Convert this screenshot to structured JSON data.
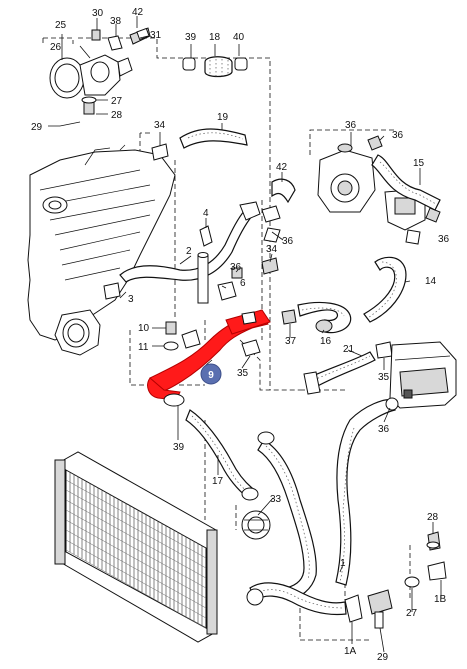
{
  "diagram": {
    "highlight_color": "#ff1a1a",
    "callout_color": "#5a6fb0",
    "highlighted_label": "9",
    "labels": {
      "l25": "25",
      "l30": "30",
      "l38": "38",
      "l42a": "42",
      "l31": "31",
      "l39a": "39",
      "l18": "18",
      "l40": "40",
      "l26": "26",
      "l27": "27",
      "l29a": "29",
      "l28a": "28",
      "l34a": "34",
      "l19": "19",
      "l36a": "36",
      "l36b": "36",
      "l15": "15",
      "l42b": "42",
      "l4": "4",
      "l36c": "36",
      "l2": "2",
      "l36d": "36",
      "l34b": "34",
      "l6": "6",
      "l3": "3",
      "l14": "14",
      "l10": "10",
      "l11": "11",
      "l16": "16",
      "l37": "37",
      "l21": "21",
      "l9": "9",
      "l35a": "35",
      "l35b": "35",
      "l39b": "39",
      "l36e": "36",
      "l17": "17",
      "l33": "33",
      "l28b": "28",
      "l1": "1",
      "l1B": "1B",
      "l27b": "27",
      "l1A": "1A",
      "l29b": "29"
    }
  }
}
